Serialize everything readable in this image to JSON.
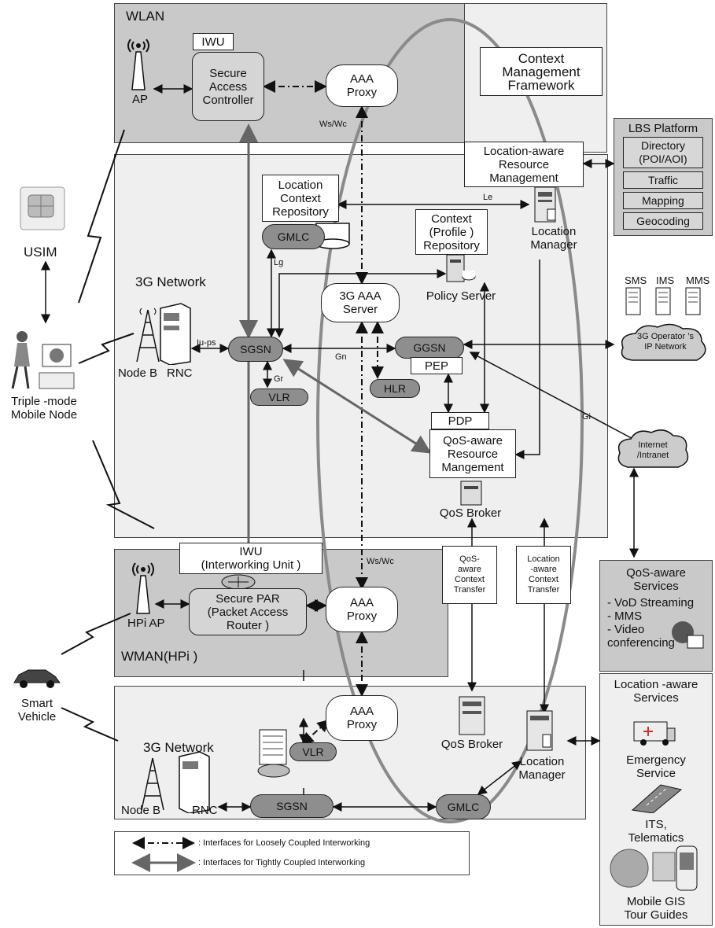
{
  "wlan": {
    "title": "WLAN",
    "ap": "AP",
    "iwu": "IWU",
    "sac": "Secure\nAccess\nController",
    "aaa": "AAA\nProxy",
    "wswc": "Ws/Wc"
  },
  "cmf": {
    "title": "Context Management\nFramework",
    "lrm": "Location-aware\nResource\nManagement",
    "le": "Le",
    "lm": "Location\nManager",
    "ctx": "Context\n(Profile )\nRepository",
    "policy": "Policy Server"
  },
  "lbs": {
    "title": "LBS Platform",
    "items": [
      "Directory\n(POI/AOI)",
      "Traffic",
      "Mapping",
      "Geocoding"
    ]
  },
  "usim": "USIM",
  "mobile_node": "Triple -mode\nMobile Node",
  "net3g": {
    "title": "3G Network",
    "lcr": "Location\nContext\nRepository",
    "gmlc": "GMLC",
    "lg": "Lg",
    "aaa_server": "3G AAA\nServer",
    "nodeb": "Node B",
    "rnc": "RNC",
    "iups": "Iu-ps",
    "sgsn": "SGSN",
    "gr": "Gr",
    "vlr": "VLR",
    "gn": "Gn",
    "hlr": "HLR",
    "ggsn": "GGSN",
    "pep": "PEP",
    "pdp": "PDP",
    "qos_rm": "QoS-aware\nResource\nMangement",
    "qos_broker": "QoS Broker",
    "gi": "Gi"
  },
  "operator": {
    "sms": "SMS",
    "ims": "IMS",
    "mms": "MMS",
    "net": "3G Operator ’s\nIP Network"
  },
  "internet": "Internet\n/Intranet",
  "transfer": {
    "qos": "QoS-\naware\nContext\nTransfer",
    "loc": "Location\n-aware\nContext\nTransfer"
  },
  "wman": {
    "title": "WMAN(HPi )",
    "iwu": "IWU\n(Interworking Unit )",
    "hpi_ap": "HPi AP",
    "par": "Secure PAR\n(Packet Access\nRouter )",
    "aaa": "AAA\nProxy",
    "wswc": "Ws/Wc"
  },
  "qos_services": {
    "title": "QoS-aware\nServices",
    "list": "- VoD Streaming\n- MMS\n- Video\n  conferencing"
  },
  "loc_services": {
    "title": "Location -aware\nServices",
    "emergency": "Emergency\nService",
    "its": "ITS,\nTelematics",
    "gis": "Mobile GIS\nTour Guides"
  },
  "smart_vehicle": "Smart\nVehicle",
  "net3g_b": {
    "title": "3G Network",
    "aaa": "AAA\nProxy",
    "vlr": "VLR",
    "sgsn": "SGSN",
    "gmlc": "GMLC",
    "nodeb": "Node B",
    "rnc": "RNC",
    "qos_broker": "QoS Broker",
    "lm": "Location\nManager"
  },
  "legend": {
    "loose": ": Interfaces for Loosely Coupled Interworking",
    "tight": ": Interfaces for Tightly Coupled Interworking"
  }
}
